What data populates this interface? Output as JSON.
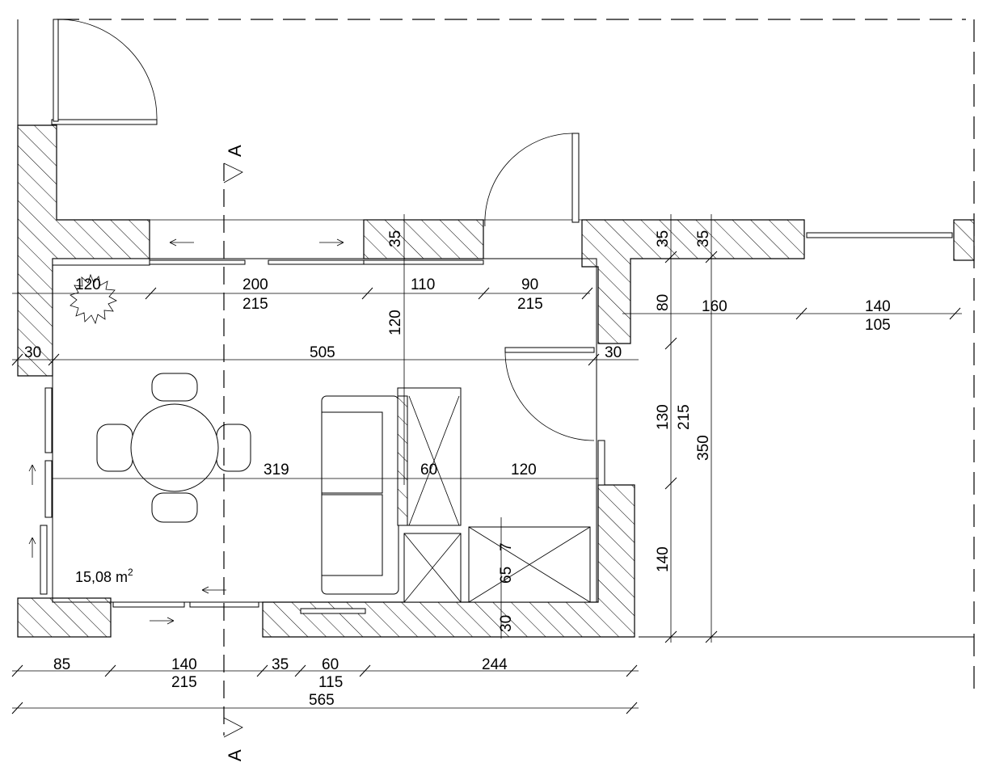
{
  "section_marker": "A",
  "room_area": {
    "value": "15,08 m",
    "exponent": "2"
  },
  "dims_top": {
    "d120": "120",
    "d200": "200",
    "d215a": "215",
    "d110": "110",
    "d90": "90",
    "d215b": "215",
    "d35a": "35",
    "d35b": "35",
    "d35c": "35"
  },
  "dims_mid": {
    "d30a": "30",
    "d505": "505",
    "d30b": "30",
    "d120v": "120",
    "d319": "319",
    "d60": "60",
    "d120h": "120",
    "d7": "7",
    "d65": "65",
    "d30c": "30"
  },
  "dims_right": {
    "d80": "80",
    "d160": "160",
    "d140": "140",
    "d105": "105",
    "d130": "130",
    "d215": "215",
    "d350": "350",
    "d140v": "140"
  },
  "dims_bottom": {
    "d85": "85",
    "d140": "140",
    "d215": "215",
    "d35": "35",
    "d60": "60",
    "d115": "115",
    "d244": "244",
    "d565": "565"
  }
}
